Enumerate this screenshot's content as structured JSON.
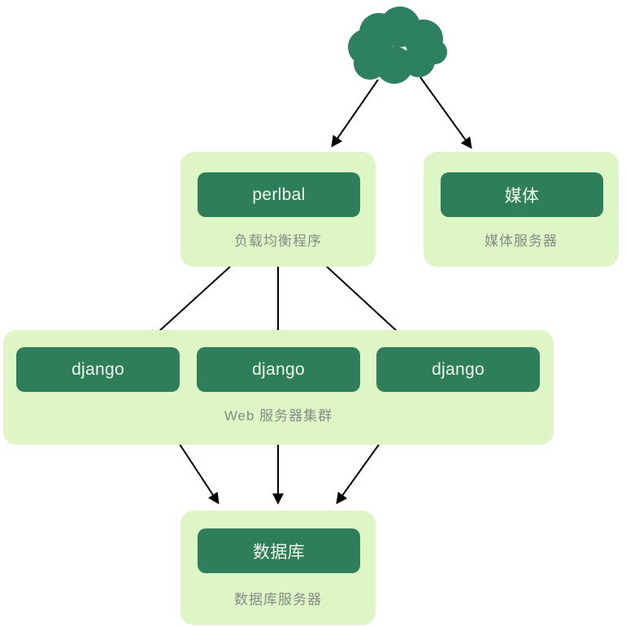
{
  "diagram": {
    "cloud": {
      "name": "internet-cloud"
    },
    "groups": {
      "load_balancer": {
        "node_label": "perlbal",
        "caption": "负载均衡程序"
      },
      "media_server": {
        "node_label": "媒体",
        "caption": "媒体服务器"
      },
      "web_cluster": {
        "node_labels": [
          "django",
          "django",
          "django"
        ],
        "caption": "Web 服务器集群"
      },
      "database": {
        "node_label": "数据库",
        "caption": "数据库服务器"
      }
    },
    "edges": [
      {
        "from": "internet-cloud",
        "to": "load-balancer"
      },
      {
        "from": "internet-cloud",
        "to": "media-server"
      },
      {
        "from": "load-balancer",
        "to": "django-1"
      },
      {
        "from": "load-balancer",
        "to": "django-2"
      },
      {
        "from": "load-balancer",
        "to": "django-3"
      },
      {
        "from": "django-1",
        "to": "database"
      },
      {
        "from": "django-2",
        "to": "database"
      },
      {
        "from": "django-3",
        "to": "database"
      }
    ]
  },
  "colors": {
    "container_bg": "#def6c5",
    "node_bg": "#2e7d5b",
    "cloud": "#2e8160",
    "caption_text": "#868c85",
    "node_text": "#f1f6ed",
    "arrow": "#000000",
    "page_bg": "#ffffff"
  }
}
